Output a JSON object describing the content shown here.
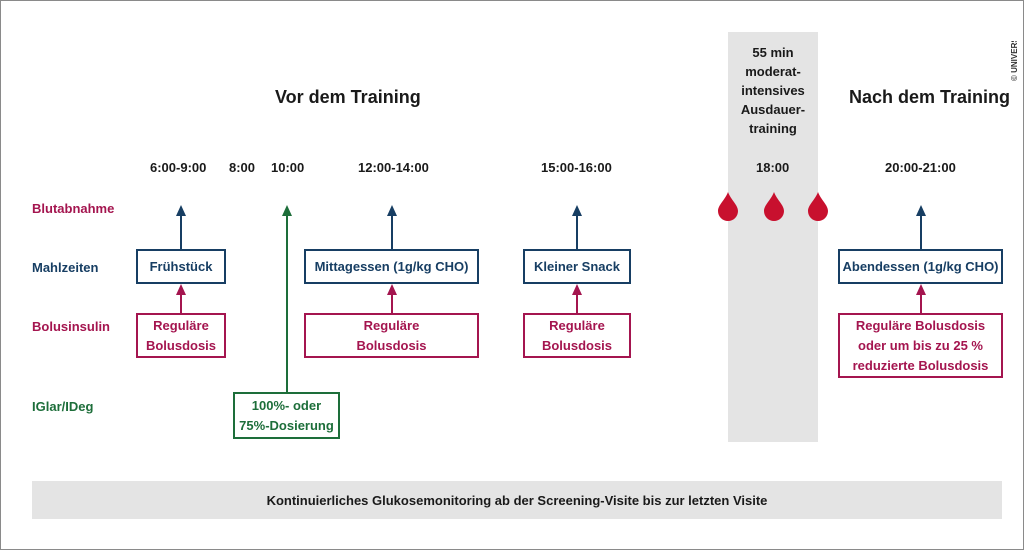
{
  "headings": {
    "before": "Vor dem Training",
    "after": "Nach dem Training"
  },
  "training": {
    "text": "55 min\nmoderat-\nintensives\nAusdauer-\ntraining"
  },
  "copyright": "© UNIVERSIMED",
  "times": [
    "6:00-9:00",
    "8:00",
    "10:00",
    "12:00-14:00",
    "15:00-16:00",
    "18:00",
    "20:00-21:00"
  ],
  "rows": {
    "blutabnahme": "Blutabnahme",
    "mahlzeiten": "Mahlzeiten",
    "bolusinsulin": "Bolusinsulin",
    "iglar": "IGlar/IDeg"
  },
  "meals": [
    "Frühstück",
    "Mittagessen (1g/kg CHO)",
    "Kleiner Snack",
    "Abendessen (1g/kg CHO)"
  ],
  "bolus": [
    "Reguläre\nBolusdosis",
    "Reguläre\nBolusdosis",
    "Reguläre\nBolusdosis",
    "Reguläre Bolusdosis\noder um bis zu 25 %\nreduzierte Bolusdosis"
  ],
  "basal": "100%- oder\n75%-Dosierung",
  "cgm": "Kontinuierliches Glukosemonitoring ab der Screening-Visite bis zur letzten Visite",
  "colors": {
    "blue": "#173e63",
    "red": "#a4154f",
    "green": "#1d6e3a",
    "blood": "#c8102e",
    "band": "#e4e4e4"
  },
  "icons": [
    "blood-drop-icon",
    "arrow-up-icon"
  ]
}
